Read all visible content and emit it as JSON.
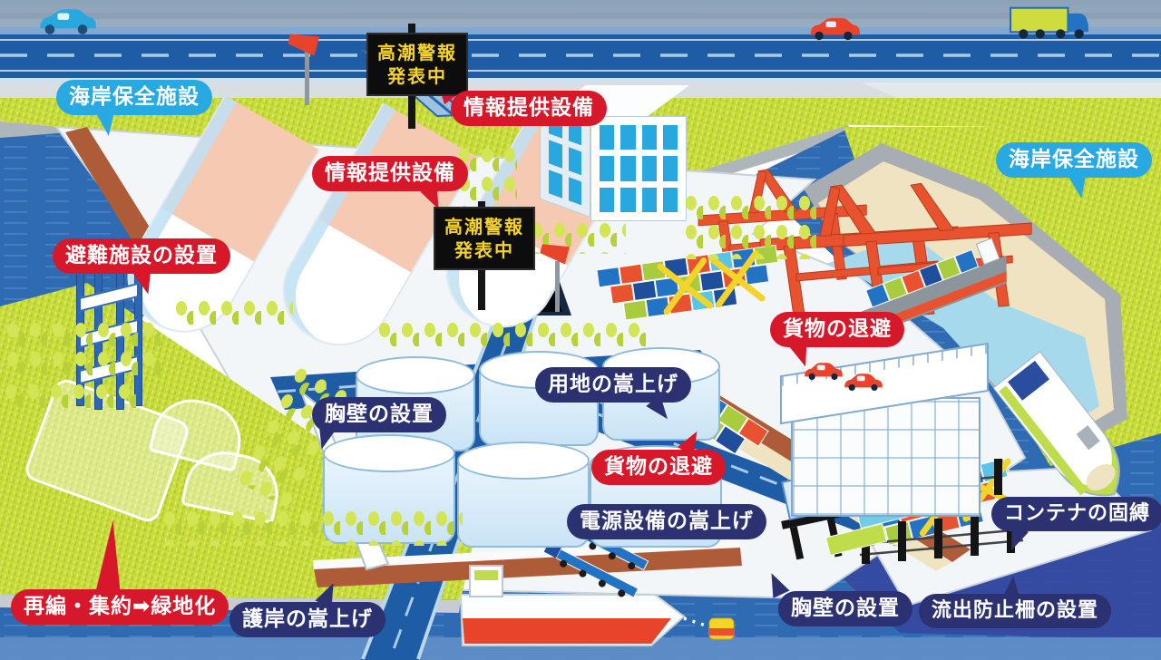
{
  "labels": {
    "coastal_protection": "海岸保全施設",
    "storm_warning_line1": "高潮警報",
    "storm_warning_line2": "発表中",
    "info_equipment": "情報提供設備",
    "evacuation_facility": "避難施設の設置",
    "cargo_evacuation": "貨物の退避",
    "site_raising": "用地の嵩上げ",
    "parapet": "胸壁の設置",
    "power_raising": "電源設備の嵩上げ",
    "container_lashing": "コンテナの固縛",
    "consolidation_greening": "再編・集約➡緑地化",
    "revetment_raising": "護岸の嵩上げ",
    "outflow_fence": "流出防止柵の設置"
  },
  "colors": {
    "label_blue": "#29A9E1",
    "label_red": "#D6182A",
    "label_navy": "#2B3171",
    "sign_bg": "#0D0D0D",
    "sign_text": "#F5D32A",
    "grass": "#C7DB3A",
    "water": "#2E6BB2",
    "road": "#1E5CA6",
    "quay": "#F3F6F8",
    "warehouse_roof": "#F6C9B2",
    "crane_red": "#E8522E",
    "revetment_brown": "#AE5B38",
    "sand": "#EFE3C2",
    "tank_blue": "#C9E4F6",
    "lashing_yellow": "#F2D42B"
  },
  "icons": [
    "loudspeaker-icon",
    "warning-sign",
    "car-icon",
    "truck-icon",
    "tanker-ship-icon",
    "container-ship-icon",
    "ferry-icon",
    "gantry-crane-icon",
    "buoy-icon",
    "evacuation-tower-icon",
    "storage-tank-icon",
    "container-stack-icon"
  ]
}
